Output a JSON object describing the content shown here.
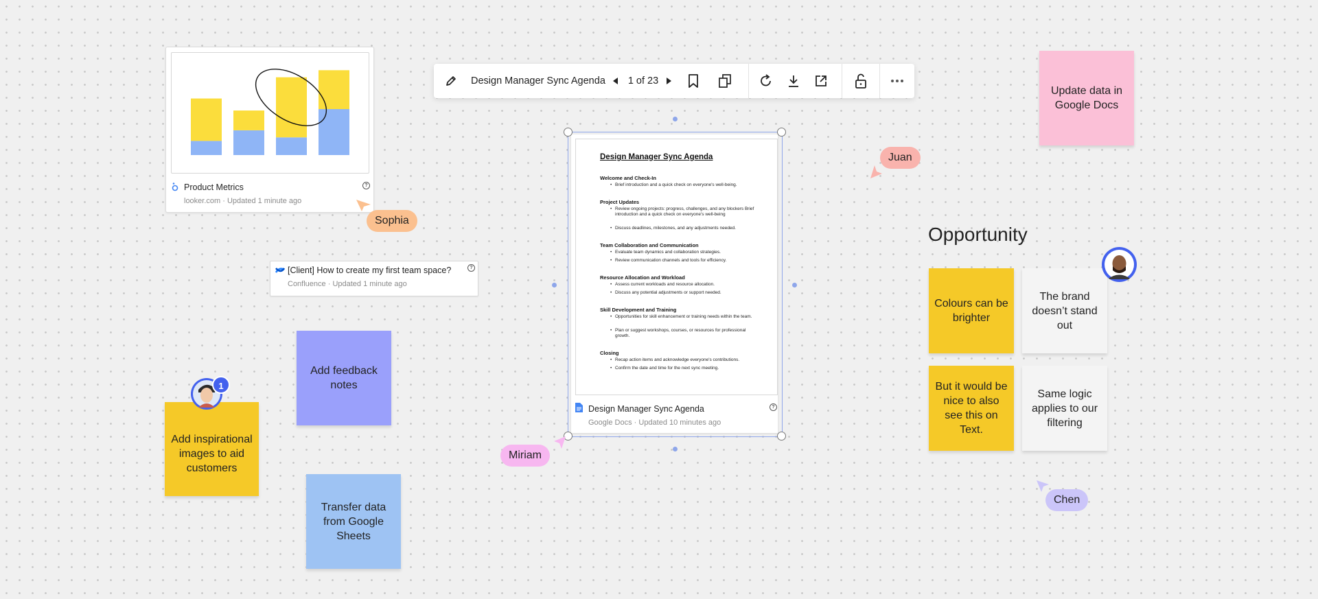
{
  "product_metrics": {
    "title": "Product Metrics",
    "source": "looker.com",
    "updated": "Updated 1 minute ago",
    "chart_data": {
      "type": "bar",
      "categories": [
        "",
        "",
        "",
        ""
      ],
      "series": [
        {
          "values": [
            20,
            35,
            25,
            65
          ],
          "color": "#8fb5f6"
        },
        {
          "values": [
            60,
            28,
            85,
            55
          ],
          "color": "#fbdd3c"
        }
      ],
      "ylim": [
        0,
        130
      ]
    }
  },
  "confluence_card": {
    "title": "[Client] How to create my first team space?",
    "source": "Confluence",
    "updated": "Updated 1 minute ago"
  },
  "toolbar": {
    "doc_name": "Design Manager Sync Agenda",
    "pager": "1 of 23"
  },
  "document": {
    "title": "Design Manager Sync Agenda",
    "card_title": "Design Manager Sync Agenda",
    "source": "Google Docs",
    "updated": "Updated 10 minutes ago",
    "sections": [
      {
        "heading": "Welcome and Check-In",
        "bullets": [
          "Brief introduction and a quick check on everyone's well-being."
        ]
      },
      {
        "heading": "Project Updates",
        "bullets": [
          "Review ongoing projects: progress, challenges, and any blockers Brief introduction and a quick check on everyone's well-being",
          "Discuss deadlines, milestones, and any adjustments needed."
        ]
      },
      {
        "heading": "Team Collaboration and Communication",
        "bullets": [
          "Evaluate team dynamics and collaboration strategies.",
          "Review communication channels and tools for efficiency."
        ]
      },
      {
        "heading": "Resource Allocation and Workload",
        "bullets": [
          "Assess current workloads and resource allocation.",
          "Discuss any potential adjustments or support needed."
        ]
      },
      {
        "heading": "Skill Development and Training",
        "bullets": [
          "Opportunities for skill enhancement or training needs within the team.",
          "Plan or suggest workshops, courses, or resources for professional growth."
        ]
      },
      {
        "heading": "Closing",
        "bullets": [
          "Recap action items and acknowledge everyone's contributions.",
          "Confirm the date and time for the next sync meeting."
        ]
      }
    ]
  },
  "stickies": {
    "feedback": "Add feedback notes",
    "inspirational": "Add inspirational images to aid customers",
    "transfer": "Transfer data from Google Sheets",
    "update_docs": "Update data in Google Docs",
    "colours": "Colours can be brighter",
    "brand": "The brand doesn’t stand out",
    "text": "But it would be nice to also see this on Text.",
    "filtering": "Same logic applies to our filtering"
  },
  "opportunity_heading": "Opportunity",
  "cursors": {
    "sophia": "Sophia",
    "juan": "Juan",
    "miriam": "Miriam",
    "chen": "Chen"
  },
  "notification_count": "1",
  "colors": {
    "yellow": "#f5c928",
    "purple": "#9aa0fb",
    "blue": "#9ec3f3",
    "pink": "#fbc0d7",
    "grey": "#f4f4f4",
    "accent": "#4361ee"
  }
}
